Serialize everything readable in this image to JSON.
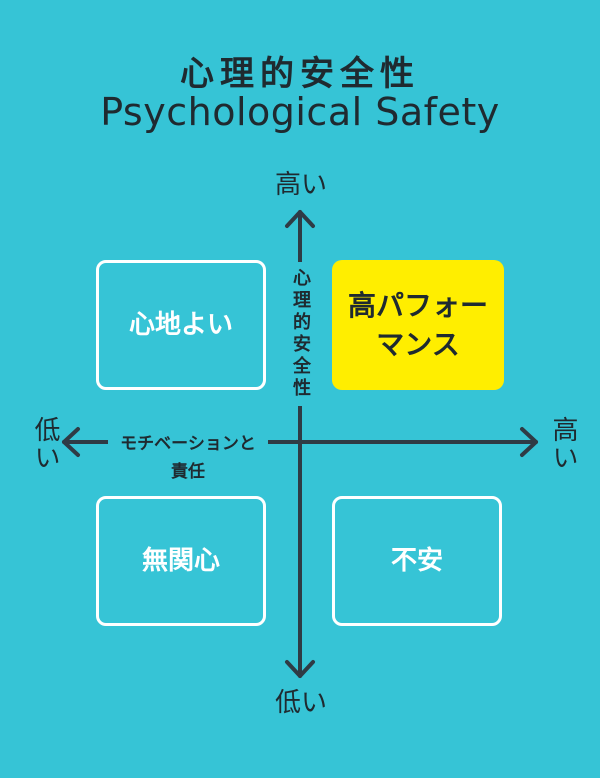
{
  "title": {
    "japanese": "心理的安全性",
    "english": "Psychological Safety"
  },
  "colors": {
    "background": "#36c4d6",
    "ink": "#1f2a30",
    "highlight": "#ffee00",
    "box_border": "#ffffff"
  },
  "axes": {
    "vertical": {
      "name": "心理的安全性",
      "high": "高い",
      "low": "低い"
    },
    "horizontal": {
      "name": "モチベーションと責任",
      "high": "高い",
      "low": "低い"
    }
  },
  "quadrants": {
    "top_left": "心地よい",
    "top_right_line1": "高パフォー",
    "top_right_line2": "マンス",
    "bottom_left": "無関心",
    "bottom_right": "不安"
  }
}
